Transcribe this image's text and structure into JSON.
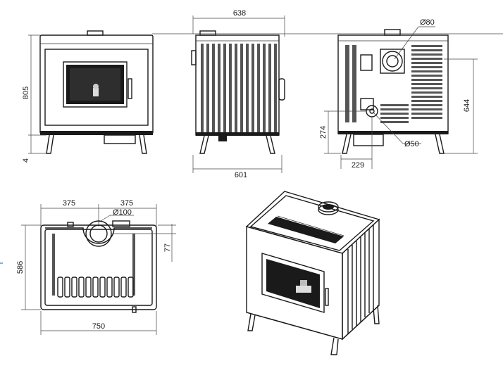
{
  "dimensions": {
    "top_width": "638",
    "front_height": "805",
    "leg_height": "4",
    "side_depth": "601",
    "flue_diameter": "Ø80",
    "rear_height": "644",
    "rear_outlet_height": "274",
    "rear_outlet_offset": "229",
    "air_inlet_diameter": "Ø50",
    "plan_left_half": "375",
    "plan_right_half": "375",
    "plan_flue_diameter": "Ø100",
    "plan_flue_offset": "77",
    "plan_depth": "586",
    "plan_width": "750"
  }
}
